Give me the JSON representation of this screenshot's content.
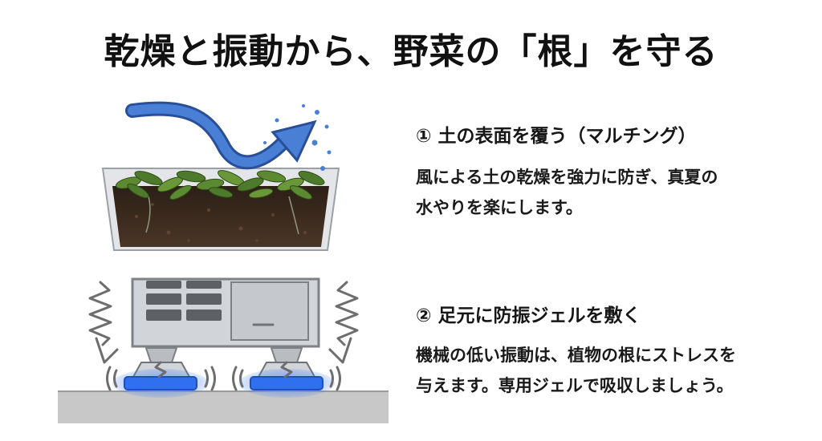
{
  "title": "乾燥と振動から、野菜の「根」を守る",
  "sections": [
    {
      "heading": "① 土の表面を覆う（マルチング）",
      "body_lines": [
        "風による土の乾燥を強力に防ぎ、真夏の",
        "水やりを楽にします。"
      ]
    },
    {
      "heading": "② 足元に防振ジェルを敷く",
      "body_lines": [
        "機械の低い振動は、植物の根にストレスを",
        "与えます。専用ジェルで吸収しましょう。"
      ]
    }
  ],
  "colors": {
    "arrow": "#3f6fbf",
    "mulch": "#4e7a2c",
    "soil": "#3a2a1e",
    "gel": "#2f6ff0",
    "unit": "#c9ccd0",
    "ground": "#c8c8c8",
    "vibration": "#6d6d6d"
  },
  "icons": [
    "wind-arrow-icon",
    "water-droplet-icon",
    "planter-illustration",
    "outdoor-ac-unit-illustration",
    "vibration-wave-icon",
    "anti-vibration-gel-pad-icon"
  ]
}
